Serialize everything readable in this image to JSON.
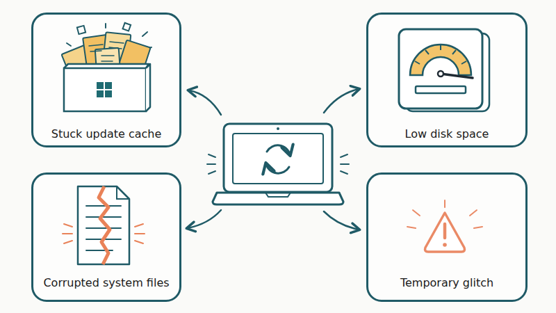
{
  "diagram": {
    "nodes": [
      {
        "text": [
          "Stuck update cache"
        ]
      },
      {
        "text": [
          "Low disk space"
        ]
      },
      {
        "text": [
          "Corrupted system files"
        ]
      },
      {
        "text": [
          "Temporary glitch"
        ]
      }
    ]
  }
}
